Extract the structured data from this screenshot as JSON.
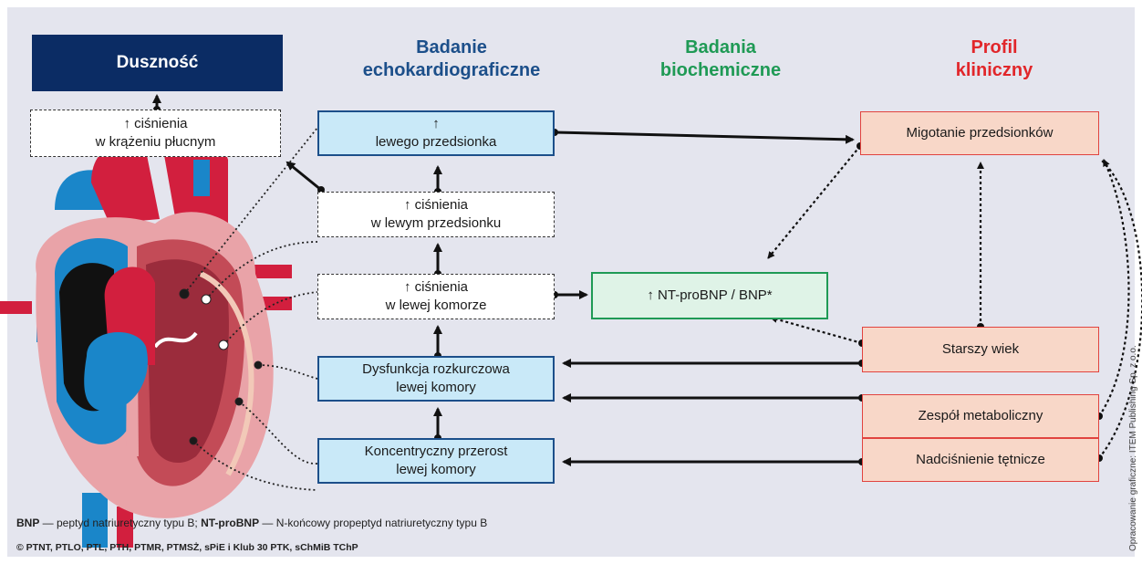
{
  "headers": {
    "echo": [
      "Badanie",
      "echokardiograficzne"
    ],
    "bio": [
      "Badania",
      "biochemiczne"
    ],
    "clinical": [
      "Profil",
      "kliniczny"
    ]
  },
  "boxes": {
    "dusznosc": "Duszność",
    "pulmonary": [
      "↑ ciśnienia",
      "w krążeniu płucnym"
    ],
    "left_atrium": [
      "↑",
      "lewego przedsionka"
    ],
    "la_pressure": [
      "↑ ciśnienia",
      "w lewym przedsionku"
    ],
    "lv_pressure": [
      "↑ ciśnienia",
      "w lewej komorze"
    ],
    "diastolic": [
      "Dysfunkcja rozkurczowa",
      "lewej komory"
    ],
    "hypertrophy": [
      "Koncentryczny przerost",
      "lewej komory"
    ],
    "ntprobnp": "↑ NT-proBNP / BNP*",
    "af": "Migotanie przedsionków",
    "age": "Starszy wiek",
    "metabolic": "Zespół metaboliczny",
    "hypertension": "Nadciśnienie tętnicze"
  },
  "legend": {
    "bnp_abbr": "BNP",
    "bnp_def": " — peptyd natriuretyczny typu B; ",
    "nt_abbr": "NT-proBNP",
    "nt_def": " — N-końcowy propeptyd natriuretyczny typu B"
  },
  "copyright": "© PTNT, PTLO, PTL, PTH, PTMR, PTMSŻ, sPiE i Klub 30 PTK, sChMiB TChP",
  "credit": "Opracowanie graficzne: ITEM Publishing Sp. z o.o.",
  "colors": {
    "navy": "#0b2c64",
    "echo_header": "#1c4f8a",
    "bio_header": "#1f9a55",
    "clinical_header": "#e1262a",
    "panel": "#e4e5ee"
  }
}
